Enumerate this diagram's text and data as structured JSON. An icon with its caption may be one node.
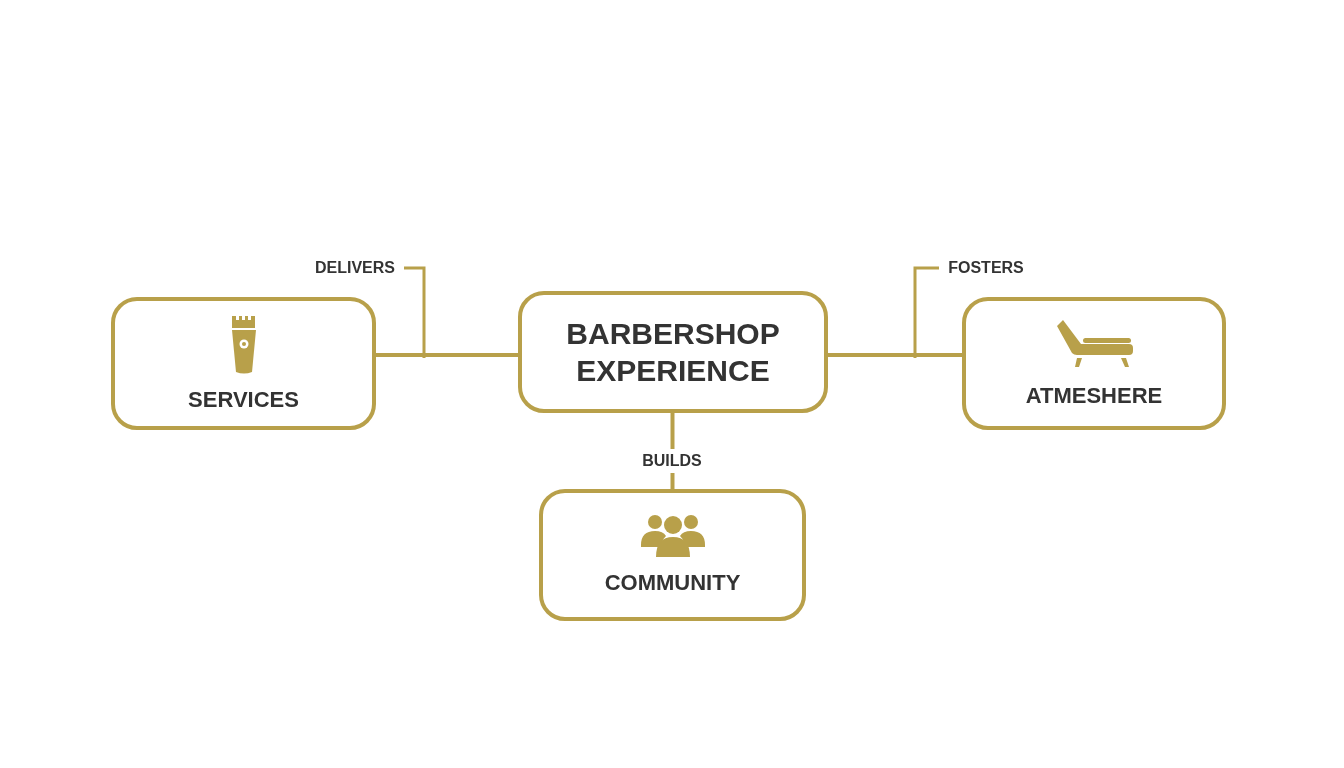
{
  "diagram": {
    "nodes": [
      {
        "text": [
          "SERVICES"
        ]
      },
      {
        "text": [
          "BARBERSHOP EXPERIENCE"
        ]
      },
      {
        "text": [
          "ATMESHERE"
        ]
      },
      {
        "text": [
          "COMMUNITY"
        ]
      },
      {
        "text": [
          "DELIVERS"
        ]
      },
      {
        "text": [
          "FOSTERS"
        ]
      }
    ],
    "edges": [
      {
        "from": 1,
        "to": 0,
        "arrow": "none"
      },
      {
        "from": 1,
        "to": 2,
        "arrow": "none"
      },
      {
        "from": 1,
        "to": 3,
        "arrow": "none",
        "label": "BUILDS"
      },
      {
        "from": 4,
        "to": null,
        "arrow": "none"
      },
      {
        "from": 5,
        "to": null,
        "arrow": "none"
      }
    ]
  }
}
